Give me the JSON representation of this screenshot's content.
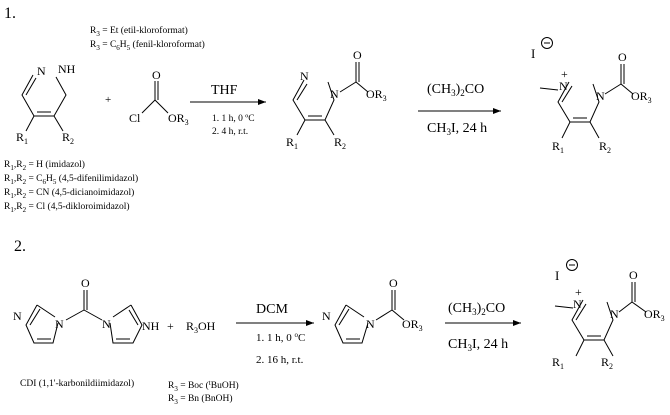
{
  "scheme1": {
    "number": "1.",
    "reagent_notes": [
      "R3 = Et (etil-kloroformat)",
      "R3 = C6H5 (fenil-kloroformat)"
    ],
    "r3_label": "R",
    "r3_sub": "3",
    "note1_rest": " = Et (etil-kloroformat)",
    "note2_rest_a": " = C",
    "note2_sub_a": "6",
    "note2_rest_b": "H",
    "note2_sub_b": "5",
    "note2_rest_c": " (fenil-kloroformat)",
    "plus": "+",
    "reagent_cl": "Cl",
    "arrow1_top": "THF",
    "arrow1_cond1": "1. 1 h, 0 ºC",
    "arrow1_cond2": "2. 4 h, r.t.",
    "arrow2_top": "(CH3)2CO",
    "arrow2_bottom": "CH3I, 24 h",
    "substituents": [
      {
        "lhs": "R1,R2 = H",
        "name": "(imidazol)"
      },
      {
        "lhs": "R1,R2 = C6H5",
        "name": "(4,5-difenilimidazol)"
      },
      {
        "lhs": "R1,R2 = CN",
        "name": "(4,5-dicianoimidazol)"
      },
      {
        "lhs": "R1,R2 = Cl",
        "name": "(4,5-dikloroimidazol)"
      }
    ]
  },
  "scheme2": {
    "number": "2.",
    "alcohol": "R3OH",
    "plus": "+",
    "arrow1_top": "DCM",
    "arrow1_cond1": "1. 1 h, 0 ºC",
    "arrow1_cond2": "2. 16 h, r.t.",
    "arrow2_top": "(CH3)2CO",
    "arrow2_bottom": "CH3I, 24 h",
    "cdi_label": "CDI (1,1'-karbonildiimidazol)",
    "r3_options": [
      "R3 = Boc (tBuOH)",
      "R3 = Bn (BnOH)"
    ]
  },
  "atoms": {
    "N": "N",
    "NH": "NH",
    "O": "O",
    "OR": "OR",
    "R": "R",
    "I": "I",
    "CH": "CH",
    "CO": "CO",
    "H": "H"
  },
  "colors": {
    "ink": "#000000",
    "background": "#ffffff"
  }
}
